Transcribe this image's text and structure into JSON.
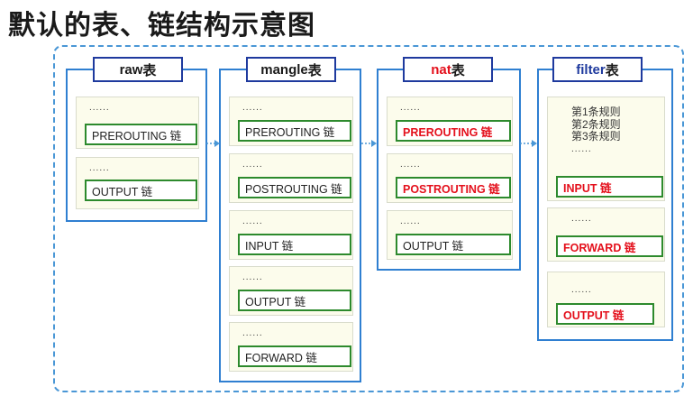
{
  "title": "默认的表、链结构示意图",
  "dots": "......",
  "colors": {
    "border_blue": "#2f7fd1",
    "header_navy": "#1f3a9e",
    "chain_green": "#2d8a2d",
    "highlight_red": "#e4101c",
    "card_bg": "#fcfcec"
  },
  "tables": {
    "raw": {
      "name": "raw",
      "suffix": " 表",
      "chains": [
        "PREROUTING 链",
        "OUTPUT 链"
      ]
    },
    "mangle": {
      "name": "mangle",
      "suffix": " 表",
      "chains": [
        "PREROUTING 链",
        "POSTROUTING 链",
        "INPUT 链",
        "OUTPUT 链",
        "FORWARD 链"
      ]
    },
    "nat": {
      "name": "nat",
      "suffix": " 表",
      "chains": [
        "PREROUTING 链",
        "POSTROUTING 链",
        "OUTPUT 链"
      ]
    },
    "filter": {
      "name": "filter",
      "suffix": " 表",
      "rules": [
        "第1条规则",
        "第2条规则",
        "第3条规则"
      ],
      "chains": [
        "INPUT 链",
        "FORWARD 链",
        "OUTPUT 链"
      ]
    }
  }
}
